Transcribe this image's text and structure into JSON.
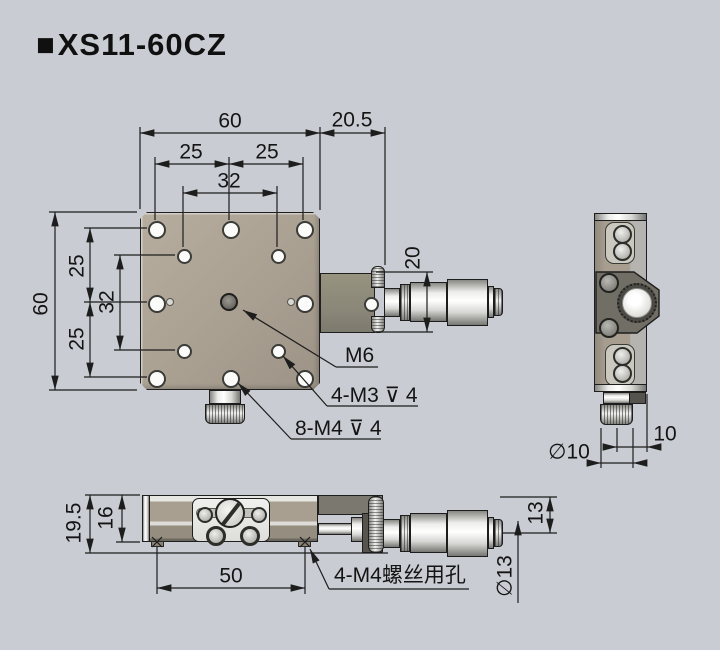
{
  "title": {
    "bullet": "■",
    "text": "XS11-60CZ"
  },
  "top_view": {
    "dim_width": "60",
    "dim_right_offset": "20.5",
    "dim_pitch_left": "25",
    "dim_pitch_right": "25",
    "dim_inner_pitch_h": "32",
    "dim_height": "60",
    "dim_vpitch_top": "25",
    "dim_inner_pitch_v": "32",
    "dim_vpitch_bottom": "25",
    "dim_mount_height": "20",
    "label_center_hole": "M6",
    "label_inner_holes": "4-M3 ⊽ 4",
    "label_outer_holes": "8-M4 ⊽ 4"
  },
  "side_view": {
    "dim_knob_offset": "10",
    "dim_knob_diameter": "∅10"
  },
  "front_view": {
    "dim_total_height": "19.5",
    "dim_body_height": "16",
    "dim_hole_span": "50",
    "dim_axis_height": "13",
    "dim_barrel_diameter": "∅13",
    "label_mount_holes": "4-M4螺丝用孔"
  },
  "colors": {
    "background": "#c9ccd2",
    "plate": "#a9a092",
    "block": "#8b8779",
    "line": "#1d1d1d"
  }
}
